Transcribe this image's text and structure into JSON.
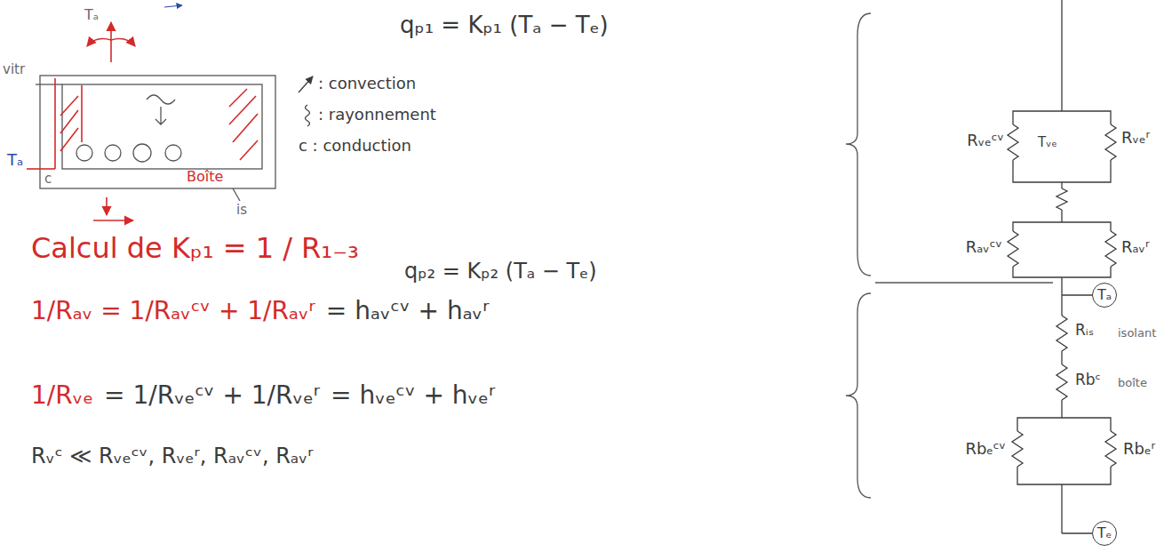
{
  "diagram": {
    "nodes": [
      {
        "text": [
          "Tₐ"
        ]
      },
      {
        "text": [
          "Tₑ"
        ]
      }
    ],
    "labels": [
      "Tₐ",
      "vitr",
      "Tₐ",
      "Boîte",
      "c",
      "is",
      "qₚ₁ = Kₚ₁ (Tₐ − Tₑ)",
      "Calcul de Kₚ₁ = 1 / R₁₋₃",
      "qₚ₂ = Kₚ₂ (Tₐ − Tₑ)",
      "1/Rₐᵥ = 1/Rₐᵥᶜᵛ + 1/Rₐᵥʳ",
      "= hₐᵥᶜᵛ + hₐᵥʳ",
      "1/Rᵥₑ",
      "= 1/Rᵥₑᶜᵛ + 1/Rᵥₑʳ",
      "= hᵥₑᶜᵛ + hᵥₑʳ",
      "Rᵥᶜ ≪ Rᵥₑᶜᵛ, Rᵥₑʳ, Rₐᵥᶜᵛ, Rₐᵥʳ",
      "Rᵥₑᶜᵛ",
      "Tᵥₑ",
      "Rᵥₑʳ",
      "Rₐᵥᶜᵛ",
      "Rₐᵥʳ",
      "Rᵢₛ",
      "isolant",
      "Rbᶜ",
      "boîte",
      "Rbₑᶜᵛ",
      "Rbₑʳ"
    ],
    "legend": [
      {
        "text": ": convection"
      },
      {
        "text": ": rayonnement"
      },
      {
        "text": "c : conduction"
      }
    ]
  }
}
